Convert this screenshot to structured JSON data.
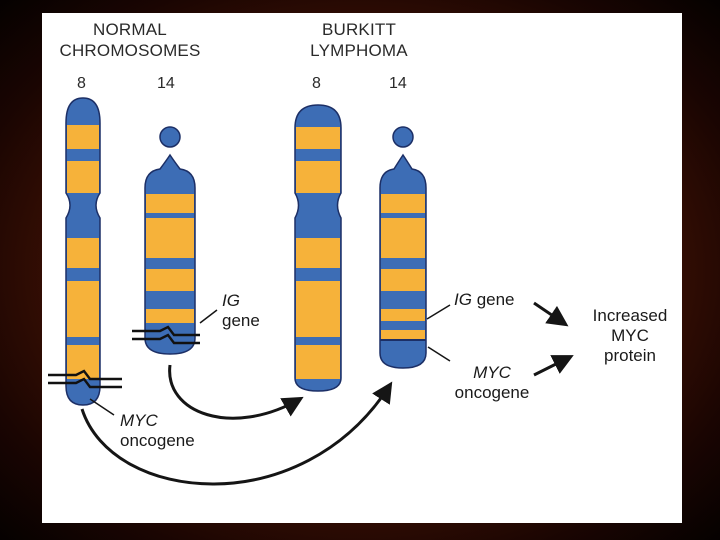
{
  "headings": {
    "normal_line1": "NORMAL",
    "normal_line2": "CHROMOSOMES",
    "burkitt_line1": "BURKITT",
    "burkitt_line2": "LYMPHOMA"
  },
  "chromosome_numbers": {
    "normal_8": "8",
    "normal_14": "14",
    "burkitt_8": "8",
    "burkitt_14": "14"
  },
  "labels": {
    "ig_italic": "IG",
    "gene": "gene",
    "myc_italic": "MYC",
    "oncogene": "oncogene",
    "outcome_line1": "Increased",
    "outcome_line2": "MYC",
    "outcome_line3": "protein"
  },
  "colors": {
    "chromosome_blue": "#3d6db5",
    "chromosome_orange": "#f6b23a",
    "outline": "#1c2f66",
    "arrow": "#151515"
  }
}
